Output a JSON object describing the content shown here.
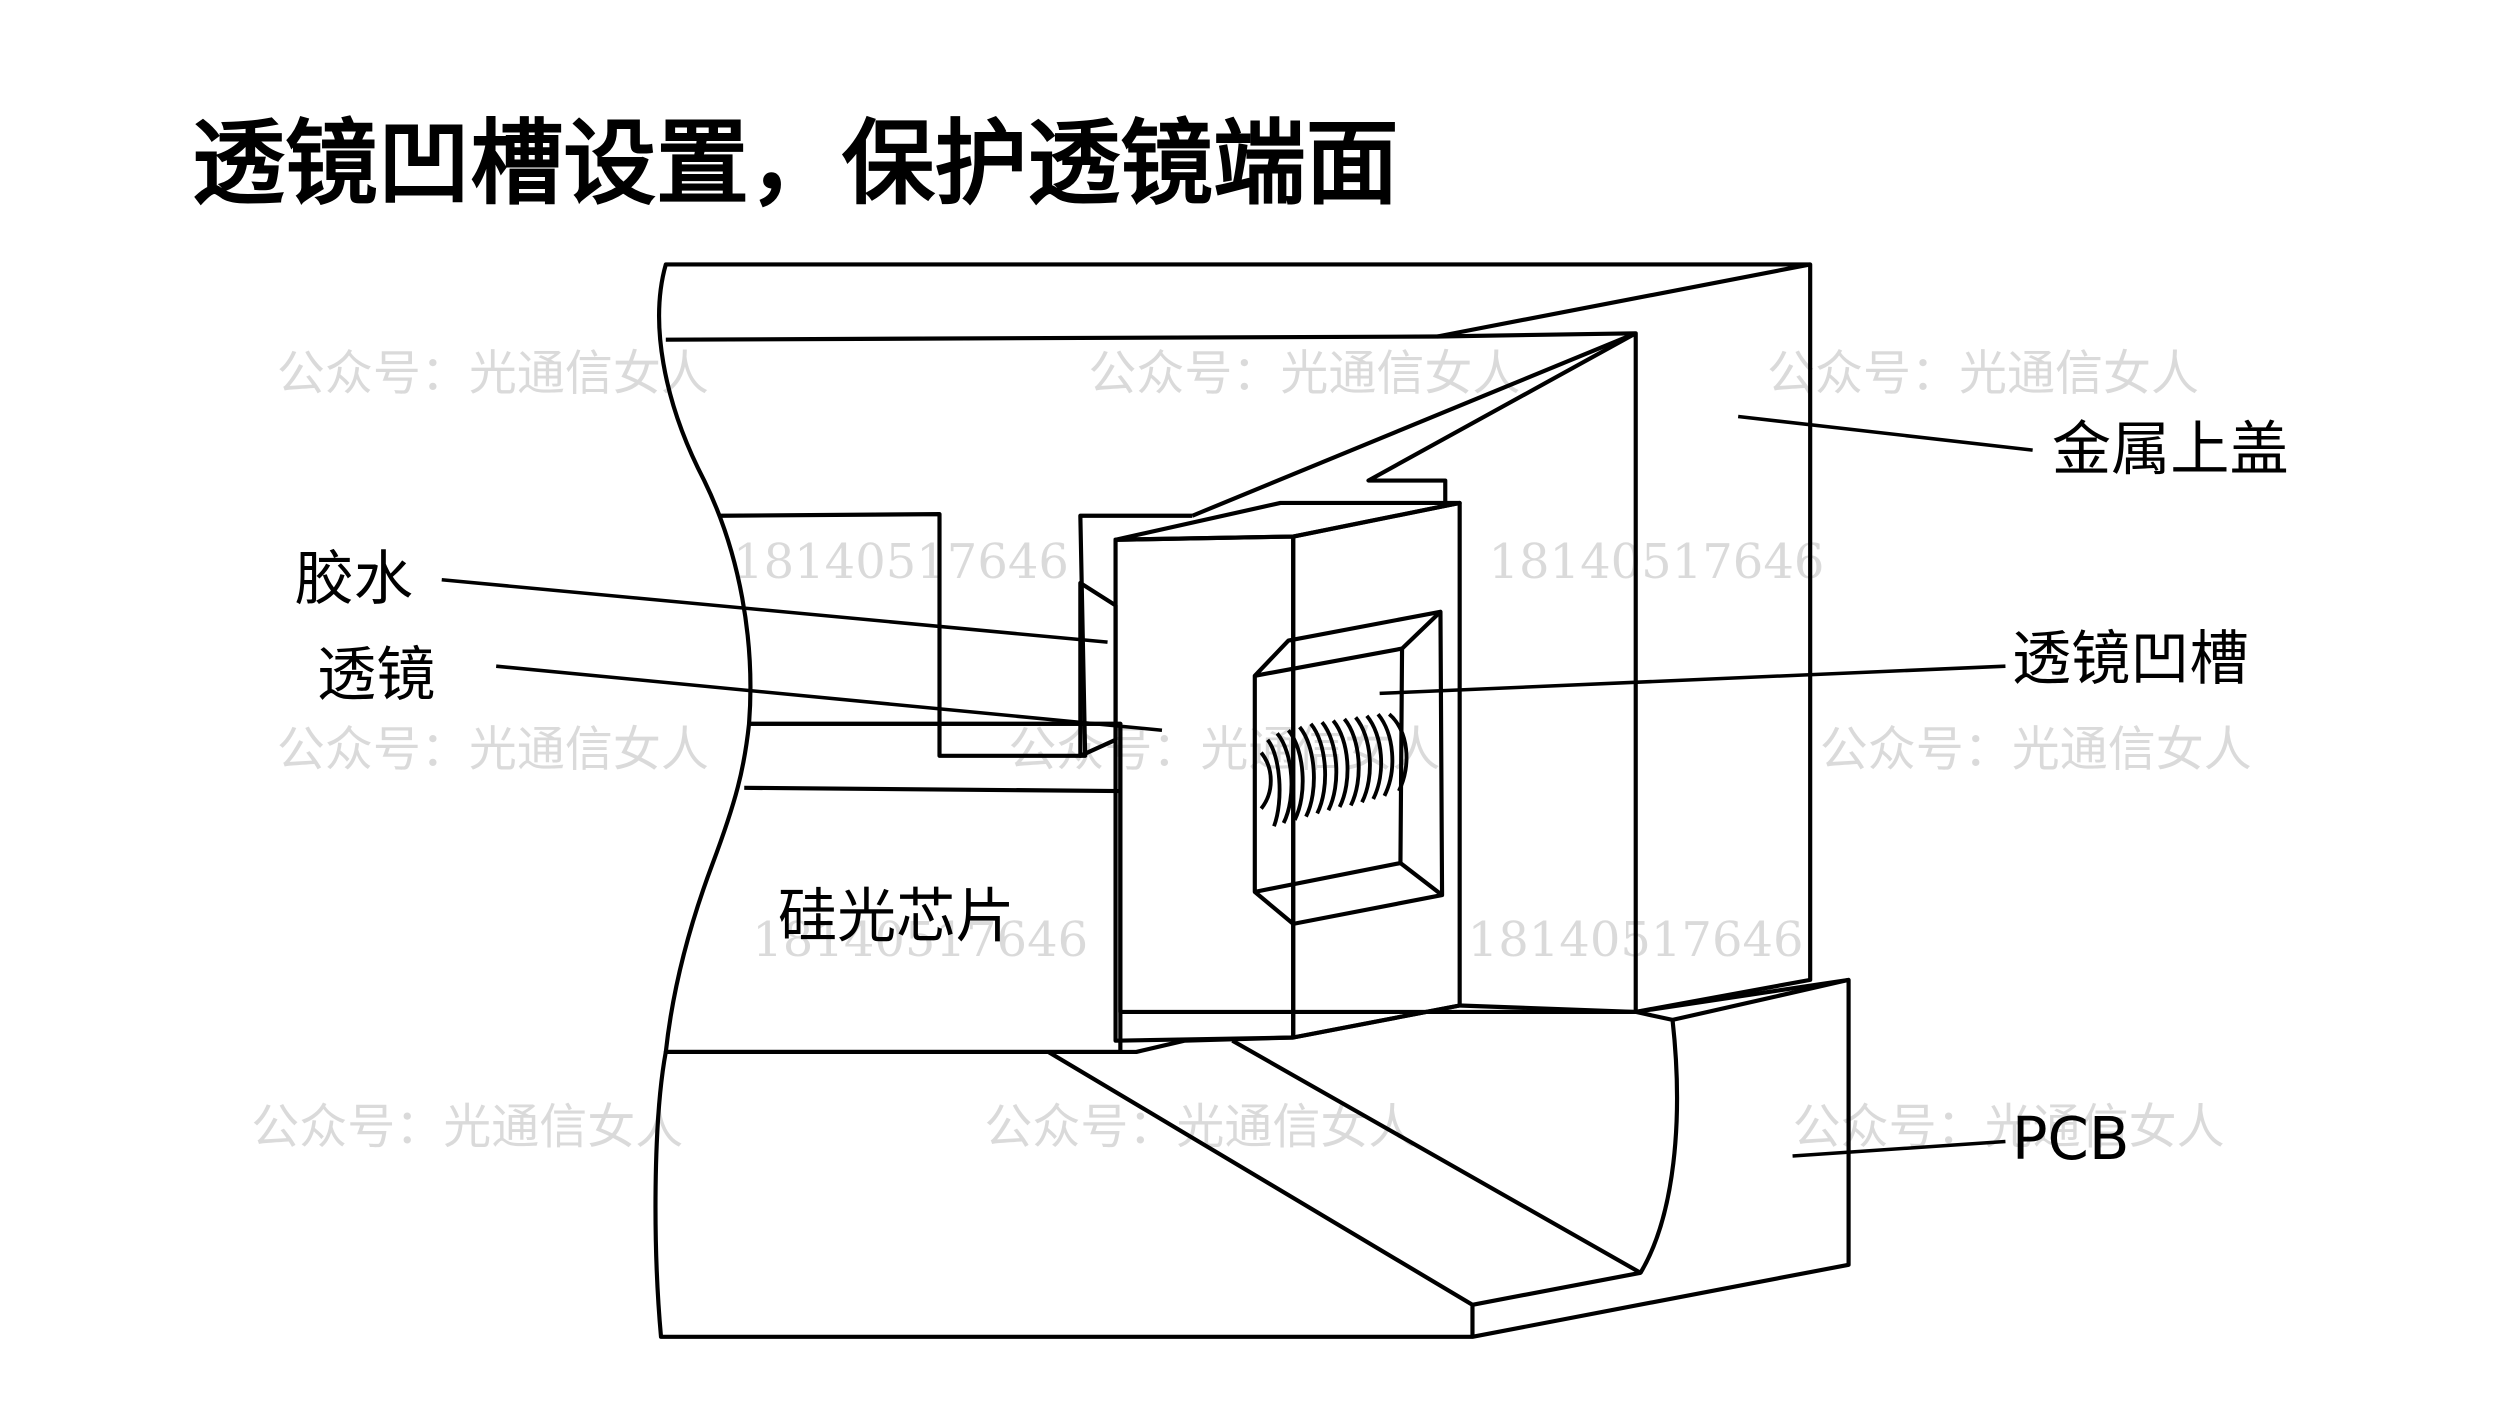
{
  "title": "透镜凹槽设置，保护透镜端面",
  "labels": {
    "metal_cover": "金属上盖",
    "glue": "胶水",
    "lens": "透镜",
    "lens_groove": "透镜凹槽",
    "silicon_chip": "硅光芯片",
    "pcb": "PCB"
  },
  "watermarks": {
    "account": "公众号：光通信女人",
    "phone": "18140517646"
  },
  "colors": {
    "metal": "#d9d9d9",
    "chip": "#00a0e6",
    "lens": "#7dcef3",
    "glue": "#5e1a8c",
    "pcb": "#008f39"
  }
}
